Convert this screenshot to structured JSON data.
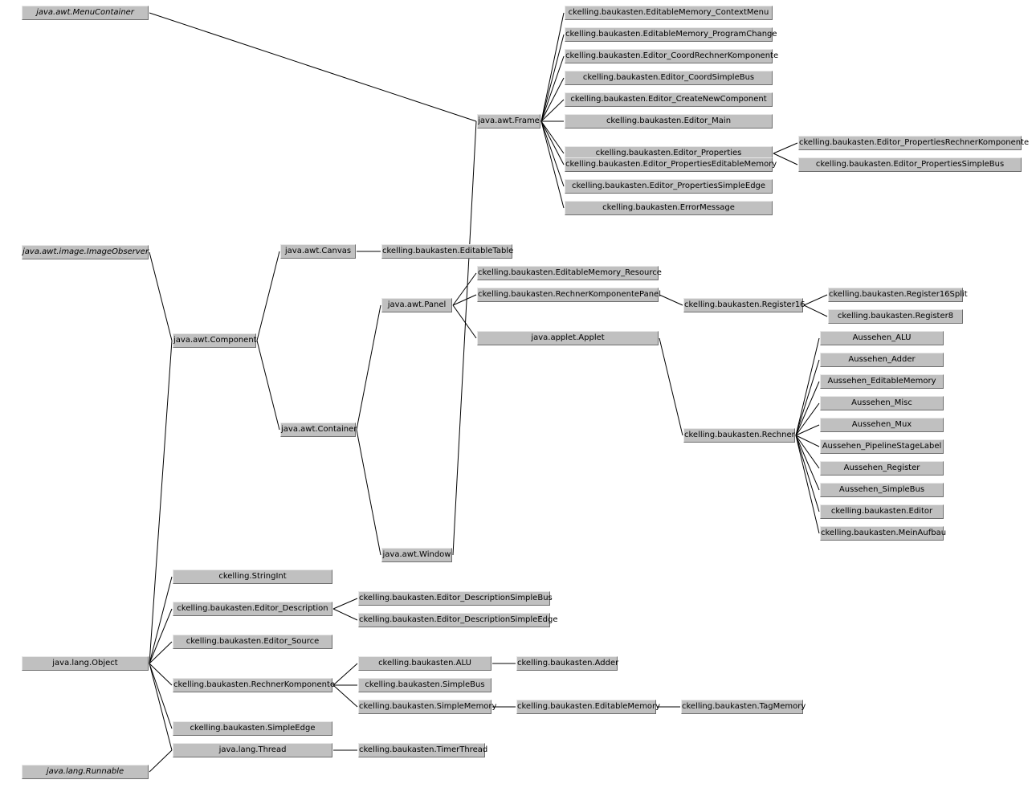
{
  "diagram": {
    "nodes": [
      {
        "id": "menucontainer",
        "label": "java.awt.MenuContainer",
        "interface": true
      },
      {
        "id": "imageobserver",
        "label": "java.awt.image.ImageObserver",
        "interface": true
      },
      {
        "id": "component",
        "label": "java.awt.Component"
      },
      {
        "id": "canvas",
        "label": "java.awt.Canvas"
      },
      {
        "id": "editabletable",
        "label": "ckelling.baukasten.EditableTable"
      },
      {
        "id": "container",
        "label": "java.awt.Container"
      },
      {
        "id": "panel",
        "label": "java.awt.Panel"
      },
      {
        "id": "window",
        "label": "java.awt.Window"
      },
      {
        "id": "frame",
        "label": "java.awt.Frame"
      },
      {
        "id": "em_contextmenu",
        "label": "ckelling.baukasten.EditableMemory_ContextMenu"
      },
      {
        "id": "em_programchange",
        "label": "ckelling.baukasten.EditableMemory_ProgramChange"
      },
      {
        "id": "ed_coordrk",
        "label": "ckelling.baukasten.Editor_CoordRechnerKomponente"
      },
      {
        "id": "ed_coordsb",
        "label": "ckelling.baukasten.Editor_CoordSimpleBus"
      },
      {
        "id": "ed_createnew",
        "label": "ckelling.baukasten.Editor_CreateNewComponent"
      },
      {
        "id": "ed_main",
        "label": "ckelling.baukasten.Editor_Main"
      },
      {
        "id": "ed_properties",
        "label": "ckelling.baukasten.Editor_Properties"
      },
      {
        "id": "ed_propem",
        "label": "ckelling.baukasten.Editor_PropertiesEditableMemory"
      },
      {
        "id": "ed_propse",
        "label": "ckelling.baukasten.Editor_PropertiesSimpleEdge"
      },
      {
        "id": "errormessage",
        "label": "ckelling.baukasten.ErrorMessage"
      },
      {
        "id": "ed_proprk",
        "label": "ckelling.baukasten.Editor_PropertiesRechnerKomponente"
      },
      {
        "id": "ed_propsb",
        "label": "ckelling.baukasten.Editor_PropertiesSimpleBus"
      },
      {
        "id": "em_resource",
        "label": "ckelling.baukasten.EditableMemory_Resource"
      },
      {
        "id": "rkpanel",
        "label": "ckelling.baukasten.RechnerKomponentePanel"
      },
      {
        "id": "applet",
        "label": "java.applet.Applet"
      },
      {
        "id": "register16",
        "label": "ckelling.baukasten.Register16"
      },
      {
        "id": "register16split",
        "label": "ckelling.baukasten.Register16Split"
      },
      {
        "id": "register8",
        "label": "ckelling.baukasten.Register8"
      },
      {
        "id": "rechner",
        "label": "ckelling.baukasten.Rechner"
      },
      {
        "id": "a_alu",
        "label": "Aussehen_ALU"
      },
      {
        "id": "a_adder",
        "label": "Aussehen_Adder"
      },
      {
        "id": "a_em",
        "label": "Aussehen_EditableMemory"
      },
      {
        "id": "a_misc",
        "label": "Aussehen_Misc"
      },
      {
        "id": "a_mux",
        "label": "Aussehen_Mux"
      },
      {
        "id": "a_psl",
        "label": "Aussehen_PipelineStageLabel"
      },
      {
        "id": "a_register",
        "label": "Aussehen_Register"
      },
      {
        "id": "a_simplebus",
        "label": "Aussehen_SimpleBus"
      },
      {
        "id": "editor",
        "label": "ckelling.baukasten.Editor"
      },
      {
        "id": "meinaufbau",
        "label": "ckelling.baukasten.MeinAufbau"
      },
      {
        "id": "object",
        "label": "java.lang.Object"
      },
      {
        "id": "stringint",
        "label": "ckelling.StringInt"
      },
      {
        "id": "ed_description",
        "label": "ckelling.baukasten.Editor_Description"
      },
      {
        "id": "ed_descsb",
        "label": "ckelling.baukasten.Editor_DescriptionSimpleBus"
      },
      {
        "id": "ed_descse",
        "label": "ckelling.baukasten.Editor_DescriptionSimpleEdge"
      },
      {
        "id": "ed_source",
        "label": "ckelling.baukasten.Editor_Source"
      },
      {
        "id": "rechnerkomponente",
        "label": "ckelling.baukasten.RechnerKomponente"
      },
      {
        "id": "alu",
        "label": "ckelling.baukasten.ALU"
      },
      {
        "id": "adder",
        "label": "ckelling.baukasten.Adder"
      },
      {
        "id": "simplebus",
        "label": "ckelling.baukasten.SimpleBus"
      },
      {
        "id": "simplememory",
        "label": "ckelling.baukasten.SimpleMemory"
      },
      {
        "id": "editablememory",
        "label": "ckelling.baukasten.EditableMemory"
      },
      {
        "id": "tagmemory",
        "label": "ckelling.baukasten.TagMemory"
      },
      {
        "id": "simpleedge",
        "label": "ckelling.baukasten.SimpleEdge"
      },
      {
        "id": "thread",
        "label": "java.lang.Thread"
      },
      {
        "id": "timerthread",
        "label": "ckelling.baukasten.TimerThread"
      },
      {
        "id": "runnable",
        "label": "java.lang.Runnable",
        "interface": true
      }
    ],
    "edges": [
      [
        "menucontainer",
        "frame"
      ],
      [
        "imageobserver",
        "component"
      ],
      [
        "object",
        "component"
      ],
      [
        "component",
        "canvas"
      ],
      [
        "component",
        "container"
      ],
      [
        "canvas",
        "editabletable"
      ],
      [
        "container",
        "panel"
      ],
      [
        "container",
        "window"
      ],
      [
        "window",
        "frame"
      ],
      [
        "panel",
        "em_resource"
      ],
      [
        "panel",
        "rkpanel"
      ],
      [
        "panel",
        "applet"
      ],
      [
        "frame",
        "em_contextmenu"
      ],
      [
        "frame",
        "em_programchange"
      ],
      [
        "frame",
        "ed_coordrk"
      ],
      [
        "frame",
        "ed_coordsb"
      ],
      [
        "frame",
        "ed_createnew"
      ],
      [
        "frame",
        "ed_main"
      ],
      [
        "frame",
        "ed_properties"
      ],
      [
        "frame",
        "ed_propem"
      ],
      [
        "frame",
        "ed_propse"
      ],
      [
        "frame",
        "errormessage"
      ],
      [
        "ed_properties",
        "ed_proprk"
      ],
      [
        "ed_properties",
        "ed_propsb"
      ],
      [
        "rkpanel",
        "register16"
      ],
      [
        "register16",
        "register16split"
      ],
      [
        "register16",
        "register8"
      ],
      [
        "applet",
        "rechner"
      ],
      [
        "rechner",
        "a_alu"
      ],
      [
        "rechner",
        "a_adder"
      ],
      [
        "rechner",
        "a_em"
      ],
      [
        "rechner",
        "a_misc"
      ],
      [
        "rechner",
        "a_mux"
      ],
      [
        "rechner",
        "a_psl"
      ],
      [
        "rechner",
        "a_register"
      ],
      [
        "rechner",
        "a_simplebus"
      ],
      [
        "rechner",
        "editor"
      ],
      [
        "rechner",
        "meinaufbau"
      ],
      [
        "object",
        "stringint"
      ],
      [
        "object",
        "ed_description"
      ],
      [
        "object",
        "ed_source"
      ],
      [
        "object",
        "rechnerkomponente"
      ],
      [
        "object",
        "simpleedge"
      ],
      [
        "object",
        "thread"
      ],
      [
        "runnable",
        "thread"
      ],
      [
        "ed_description",
        "ed_descsb"
      ],
      [
        "ed_description",
        "ed_descse"
      ],
      [
        "rechnerkomponente",
        "alu"
      ],
      [
        "rechnerkomponente",
        "simplebus"
      ],
      [
        "rechnerkomponente",
        "simplememory"
      ],
      [
        "alu",
        "adder"
      ],
      [
        "simplememory",
        "editablememory"
      ],
      [
        "editablememory",
        "tagmemory"
      ],
      [
        "thread",
        "timerthread"
      ]
    ]
  }
}
